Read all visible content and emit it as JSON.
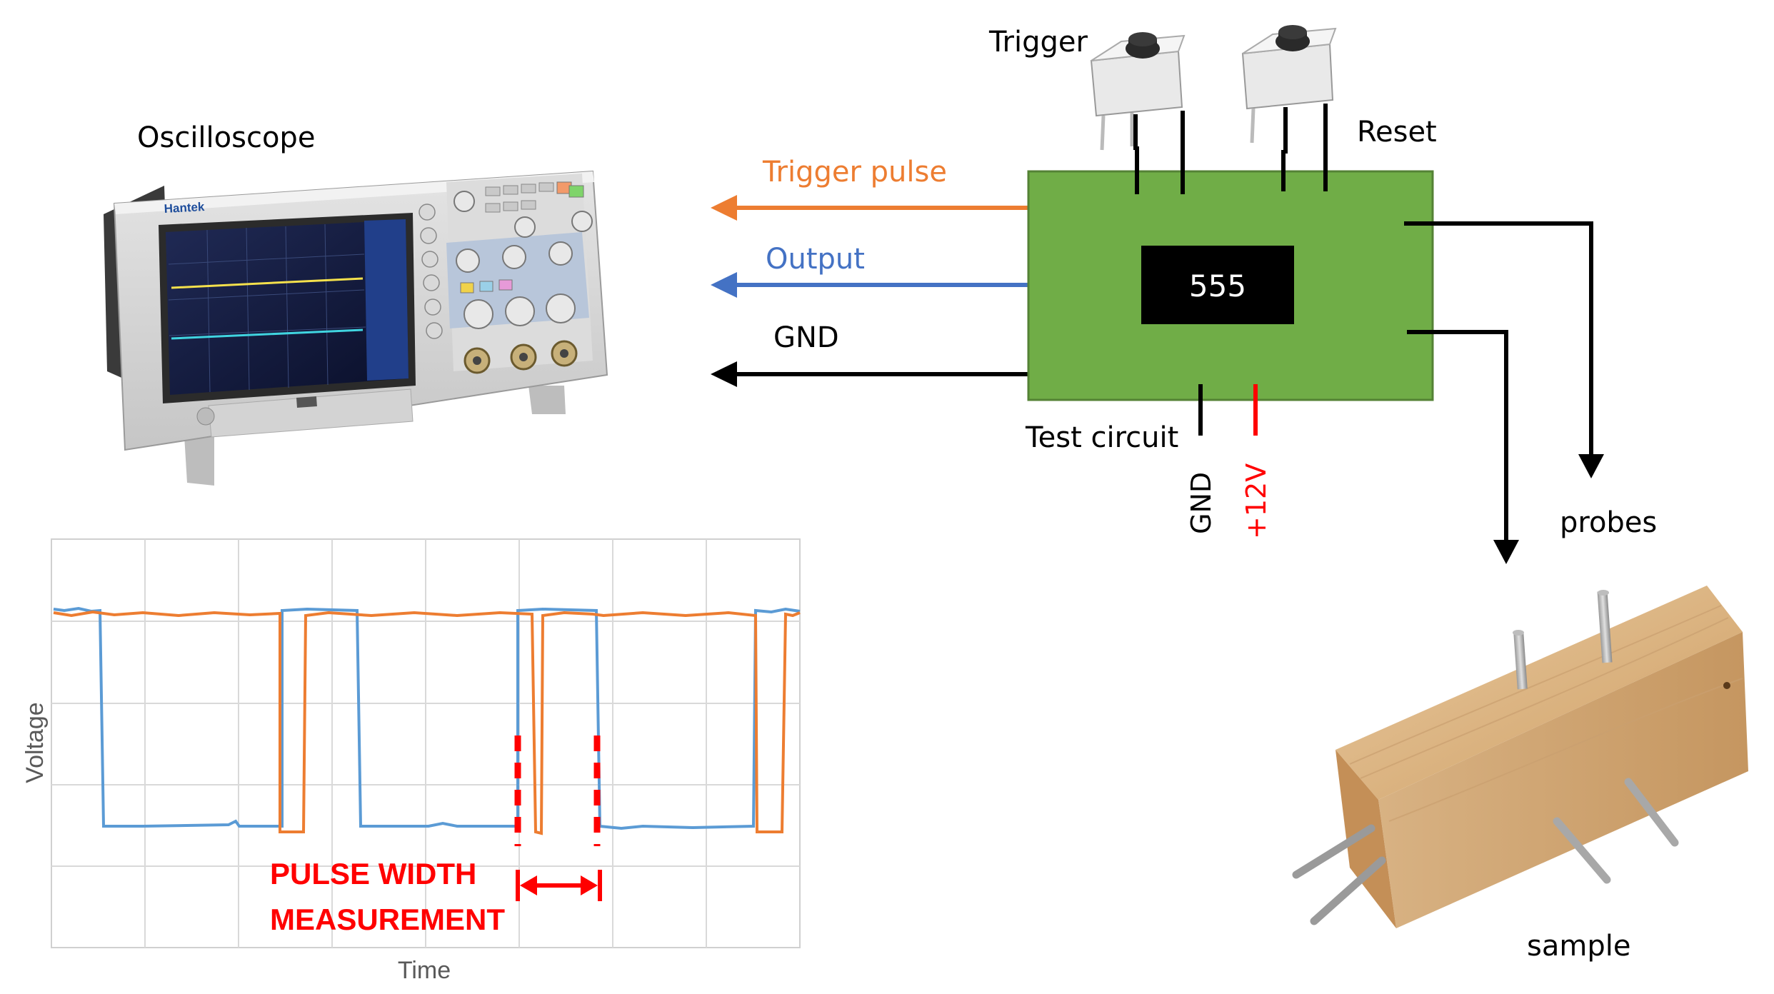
{
  "labels": {
    "oscilloscope": "Oscilloscope",
    "trigger_pulse": "Trigger pulse",
    "output": "Output",
    "gnd_left": "GND",
    "trigger_button": "Trigger",
    "reset_button": "Reset",
    "chip": "555",
    "test_circuit": "Test circuit",
    "gnd_bottom": "GND",
    "plus12v": "+12V",
    "probes": "probes",
    "sample": "sample"
  },
  "scope": {
    "brand": "Hantek"
  },
  "waveform": {
    "xlabel": "Time",
    "ylabel": "Voltage",
    "annotation_line1": "PULSE WIDTH",
    "annotation_line2": "MEASUREMENT"
  },
  "colors": {
    "trigger": "#ED7D31",
    "output": "#4472C4",
    "gnd": "#000000",
    "board": "#70AD47",
    "red": "#FF0000"
  }
}
